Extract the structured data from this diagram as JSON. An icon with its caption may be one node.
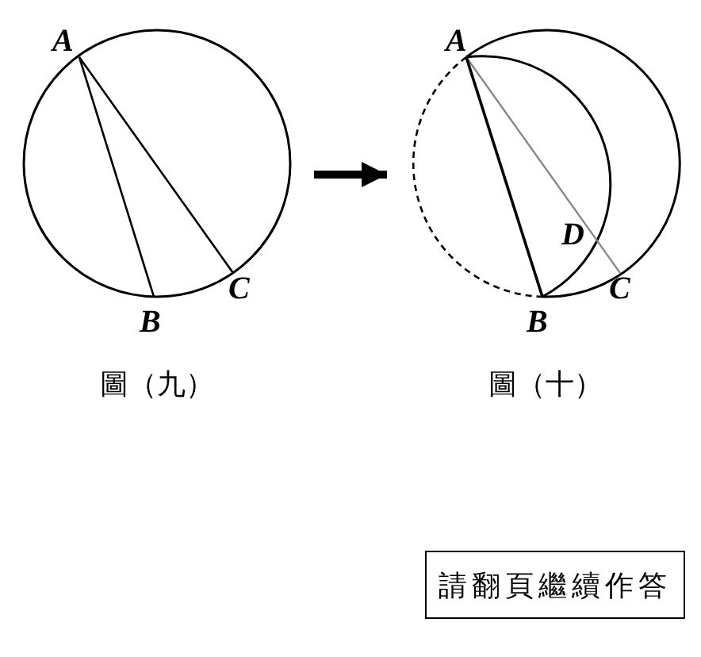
{
  "diagram": {
    "nodes": [
      {
        "text": [],
        "shape": "picture",
        "beside": [
          "圖（九）"
        ]
      },
      {
        "text": [],
        "shape": "picture",
        "beside": [
          "圖（十）"
        ]
      },
      {
        "text": [
          "請翻頁繼續作答"
        ]
      }
    ],
    "edges": [
      {
        "from": 0,
        "to": 1,
        "arrow": "to"
      }
    ],
    "labels": [
      "A",
      "B",
      "C",
      "A",
      "D",
      "B",
      "C"
    ]
  }
}
